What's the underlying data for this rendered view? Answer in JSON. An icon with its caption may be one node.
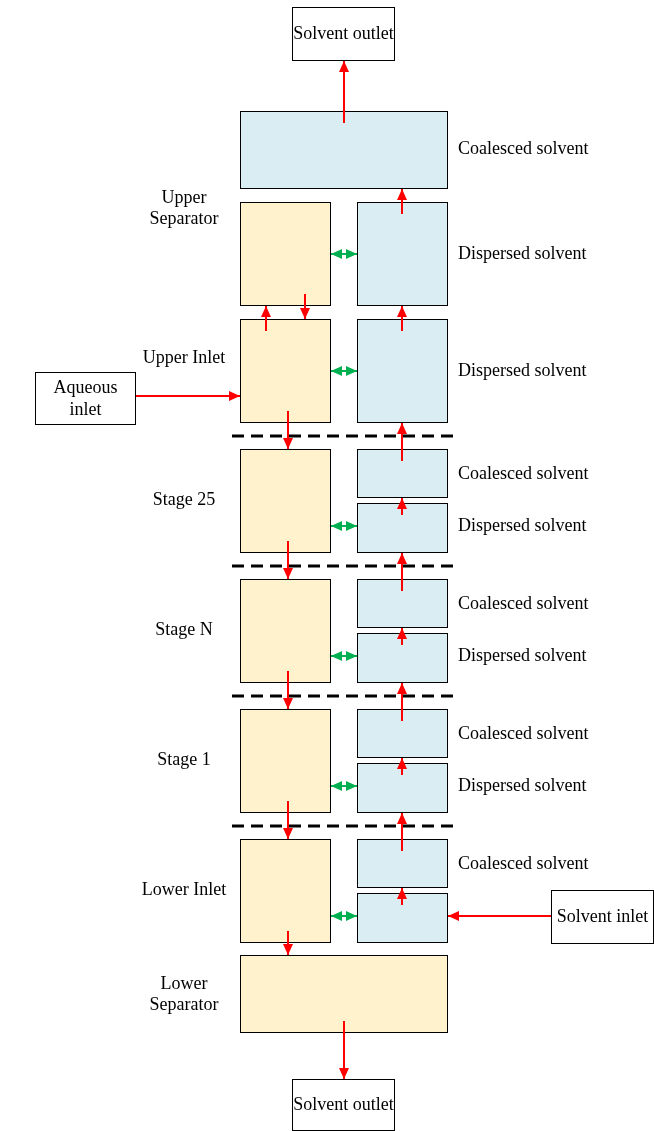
{
  "diagram": {
    "nodes": [
      {
        "text": [
          "Solvent outlet"
        ]
      },
      {
        "text": [],
        "shape": "box",
        "beside": [
          "Coalesced solvent"
        ]
      },
      {
        "text": [],
        "shape": "box",
        "beside": [
          "Upper Separator"
        ]
      },
      {
        "text": [],
        "shape": "box",
        "beside": [
          "Dispersed solvent"
        ]
      },
      {
        "text": [
          "Aqueous inlet"
        ]
      },
      {
        "text": [],
        "shape": "box",
        "beside": [
          "Upper Inlet"
        ]
      },
      {
        "text": [],
        "shape": "box",
        "beside": [
          "Dispersed solvent"
        ]
      },
      {
        "text": [],
        "shape": "box",
        "beside": [
          "Stage 25"
        ]
      },
      {
        "text": [],
        "shape": "box",
        "beside": [
          "Coalesced solvent"
        ]
      },
      {
        "text": [],
        "shape": "box",
        "beside": [
          "Dispersed solvent"
        ]
      },
      {
        "text": [],
        "shape": "box",
        "beside": [
          "Stage N"
        ]
      },
      {
        "text": [],
        "shape": "box",
        "beside": [
          "Coalesced solvent"
        ]
      },
      {
        "text": [],
        "shape": "box",
        "beside": [
          "Dispersed solvent"
        ]
      },
      {
        "text": [],
        "shape": "box",
        "beside": [
          "Stage 1"
        ]
      },
      {
        "text": [],
        "shape": "box",
        "beside": [
          "Coalesced solvent"
        ]
      },
      {
        "text": [],
        "shape": "box",
        "beside": [
          "Dispersed solvent"
        ]
      },
      {
        "text": [],
        "shape": "box",
        "beside": [
          "Lower Inlet"
        ]
      },
      {
        "text": [],
        "shape": "box",
        "beside": [
          "Coalesced solvent"
        ]
      },
      {
        "text": [],
        "shape": "box"
      },
      {
        "text": [
          "Solvent inlet"
        ]
      },
      {
        "text": [],
        "shape": "box",
        "beside": [
          "Lower Separator"
        ]
      },
      {
        "text": [
          "Solvent outlet"
        ]
      }
    ],
    "edges": [
      {
        "from": 1,
        "to": 0,
        "arrow": "to"
      },
      {
        "from": 3,
        "to": 1,
        "arrow": "to"
      },
      {
        "from": 2,
        "to": 3,
        "arrow": "both",
        "color": "#00b050"
      },
      {
        "from": 5,
        "to": 2,
        "arrow": "to"
      },
      {
        "from": 2,
        "to": 5,
        "arrow": "to"
      },
      {
        "from": 6,
        "to": 3,
        "arrow": "to"
      },
      {
        "from": 5,
        "to": 6,
        "arrow": "both",
        "color": "#00b050"
      },
      {
        "from": 4,
        "to": 5,
        "arrow": "to"
      },
      {
        "from": 5,
        "to": 7,
        "arrow": "to"
      },
      {
        "from": 8,
        "to": 6,
        "arrow": "to"
      },
      {
        "from": 9,
        "to": 8,
        "arrow": "to"
      },
      {
        "from": 7,
        "to": 9,
        "arrow": "both",
        "color": "#00b050"
      },
      {
        "from": 7,
        "to": 10,
        "arrow": "to"
      },
      {
        "from": 11,
        "to": 9,
        "arrow": "to"
      },
      {
        "from": 12,
        "to": 11,
        "arrow": "to"
      },
      {
        "from": 10,
        "to": 12,
        "arrow": "both",
        "color": "#00b050"
      },
      {
        "from": 10,
        "to": 13,
        "arrow": "to"
      },
      {
        "from": 14,
        "to": 12,
        "arrow": "to"
      },
      {
        "from": 15,
        "to": 14,
        "arrow": "to"
      },
      {
        "from": 13,
        "to": 15,
        "arrow": "both",
        "color": "#00b050"
      },
      {
        "from": 13,
        "to": 16,
        "arrow": "to"
      },
      {
        "from": 17,
        "to": 15,
        "arrow": "to"
      },
      {
        "from": 18,
        "to": 17,
        "arrow": "to"
      },
      {
        "from": 16,
        "to": 18,
        "arrow": "both",
        "color": "#00b050"
      },
      {
        "from": 19,
        "to": 18,
        "arrow": "to"
      },
      {
        "from": 16,
        "to": 20,
        "arrow": "to"
      },
      {
        "from": 20,
        "to": 21,
        "arrow": "to"
      }
    ]
  }
}
